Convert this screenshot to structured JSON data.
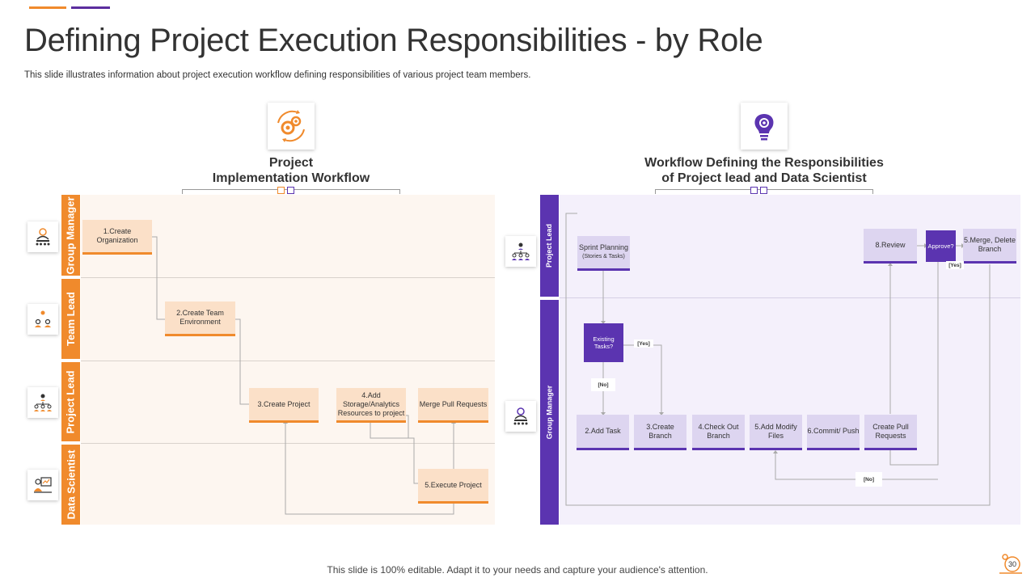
{
  "header": {
    "title": "Defining Project Execution Responsibilities - by Role",
    "subtitle": "This slide illustrates information about project execution workflow defining responsibilities of various project team members."
  },
  "footer": {
    "text": "This slide is 100% editable. Adapt it to your needs and capture your audience's attention.",
    "page_number": "30"
  },
  "left_section": {
    "title_line1": "Project",
    "title_line2": "Implementation Workflow",
    "icon": "gears-cycle-icon",
    "lanes": [
      "Group Manager",
      "Team Lead",
      "Project Lead",
      "Data Scientist"
    ],
    "steps": {
      "create_org": "1.Create Organization",
      "create_env": "2.Create Team Environment",
      "create_project": "3.Create Project",
      "add_storage": "4.Add Storage/Analytics Resources to project",
      "merge_pr": "Merge Pull Requests",
      "execute_project": "5.Execute Project"
    }
  },
  "right_section": {
    "title_line1": "Workflow Defining the Responsibilities",
    "title_line2": "of Project lead and Data Scientist",
    "icon": "lightbulb-gear-icon",
    "lanes": [
      "Project Lead",
      "Group Manager"
    ],
    "steps": {
      "sprint_planning": "Sprint Planning",
      "sprint_planning_sub": "(Stories & Tasks)",
      "review": "8.Review",
      "approve": "Approve?",
      "merge_delete": "5.Merge, Delete Branch",
      "existing_tasks": "Existing Tasks?",
      "add_task": "2.Add Task",
      "create_branch": "3.Create Branch",
      "check_out": "4.Check Out Branch",
      "add_modify": "5.Add Modify Files",
      "commit_push": "6.Commit/ Push",
      "create_pr": "Create Pull Requests"
    },
    "tags": {
      "yes_approve": "[Yes]",
      "yes_tasks": "[Yes]",
      "no_tasks": "[No]",
      "no_approve": "[No]"
    }
  },
  "colors": {
    "orange": "#f08a2c",
    "purple": "#5b34b0",
    "orange_light": "#fbe0c8",
    "purple_light": "#ddd5f0"
  }
}
